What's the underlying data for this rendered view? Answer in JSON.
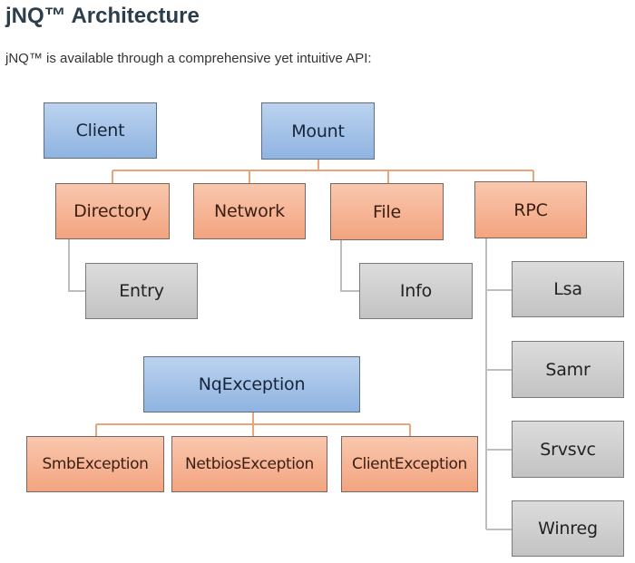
{
  "header": {
    "title": "jNQ™ Architecture",
    "intro": "jNQ™ is available through a comprehensive yet intuitive API:"
  },
  "colors": {
    "blue_box": "#8fb3e1",
    "orange_box": "#f3a47f",
    "gray_box": "#c3c3c3",
    "orange_connector": "#e8a57c",
    "gray_connector": "#bdbdbd"
  },
  "diagram": {
    "roots": {
      "client": "Client",
      "mount": "Mount",
      "nqexception": "NqException"
    },
    "mount_children": {
      "directory": "Directory",
      "network": "Network",
      "file": "File",
      "rpc": "RPC"
    },
    "directory_children": {
      "entry": "Entry"
    },
    "file_children": {
      "info": "Info"
    },
    "rpc_children": {
      "lsa": "Lsa",
      "samr": "Samr",
      "srvsvc": "Srvsvc",
      "winreg": "Winreg"
    },
    "exception_children": {
      "smb": "SmbException",
      "netbios": "NetbiosException",
      "client": "ClientException"
    }
  }
}
